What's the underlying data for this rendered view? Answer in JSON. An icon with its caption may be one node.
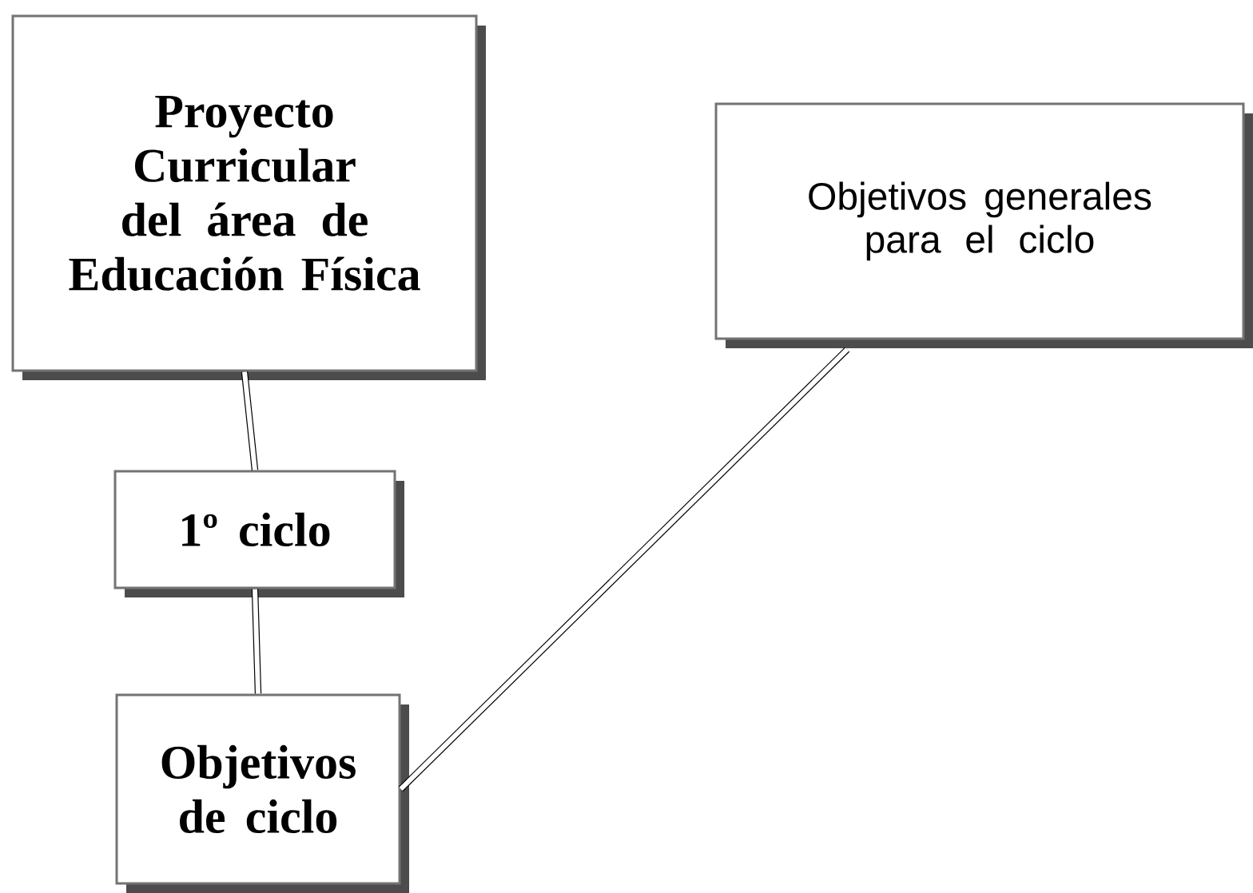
{
  "diagram": {
    "nodes": [
      {
        "text": [
          "Proyecto Curricular del área de Educación Física"
        ]
      },
      {
        "text": [
          "1º ciclo"
        ]
      },
      {
        "text": [
          "Objetivos de ciclo"
        ]
      },
      {
        "text": [
          "Objetivos generales para el ciclo"
        ]
      }
    ],
    "edges": [
      {
        "from": 0,
        "to": 1,
        "arrow": "none"
      },
      {
        "from": 1,
        "to": 2,
        "arrow": "none"
      },
      {
        "from": 2,
        "to": 3,
        "arrow": "none"
      }
    ]
  }
}
